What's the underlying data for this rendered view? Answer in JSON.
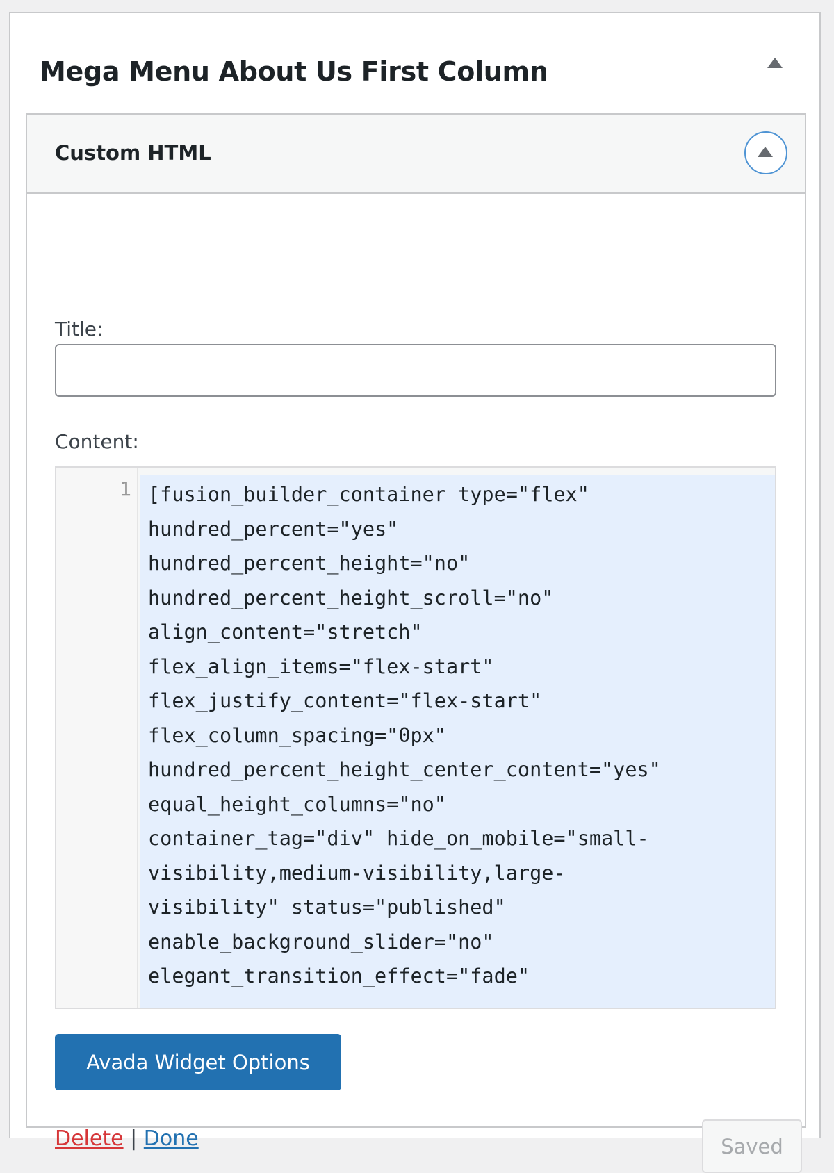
{
  "sidebar": {
    "title": "Mega Menu About Us First Column",
    "toggle_icon": "triangle-up-icon"
  },
  "widget": {
    "title": "Custom HTML",
    "toggle_icon": "triangle-up-icon",
    "form": {
      "title_label": "Title:",
      "title_value": "",
      "content_label": "Content:",
      "editor": {
        "line_number": "1",
        "content": "[fusion_builder_container type=\"flex\"\nhundred_percent=\"yes\"\nhundred_percent_height=\"no\"\nhundred_percent_height_scroll=\"no\"\nalign_content=\"stretch\"\nflex_align_items=\"flex-start\"\nflex_justify_content=\"flex-start\"\nflex_column_spacing=\"0px\"\nhundred_percent_height_center_content=\"yes\"\nequal_height_columns=\"no\"\ncontainer_tag=\"div\" hide_on_mobile=\"small-\nvisibility,medium-visibility,large-\nvisibility\" status=\"published\"\nenable_background_slider=\"no\"\nelegant_transition_effect=\"fade\""
      }
    },
    "options_button_label": "Avada Widget Options",
    "actions": {
      "delete_label": "Delete",
      "separator": "|",
      "done_label": "Done",
      "saved_label": "Saved"
    }
  },
  "colors": {
    "page_background": "#f0f0f1",
    "primary": "#2271b1",
    "delete": "#d63638",
    "code_highlight": "#e5effd",
    "focus_ring": "#4f94d4"
  }
}
